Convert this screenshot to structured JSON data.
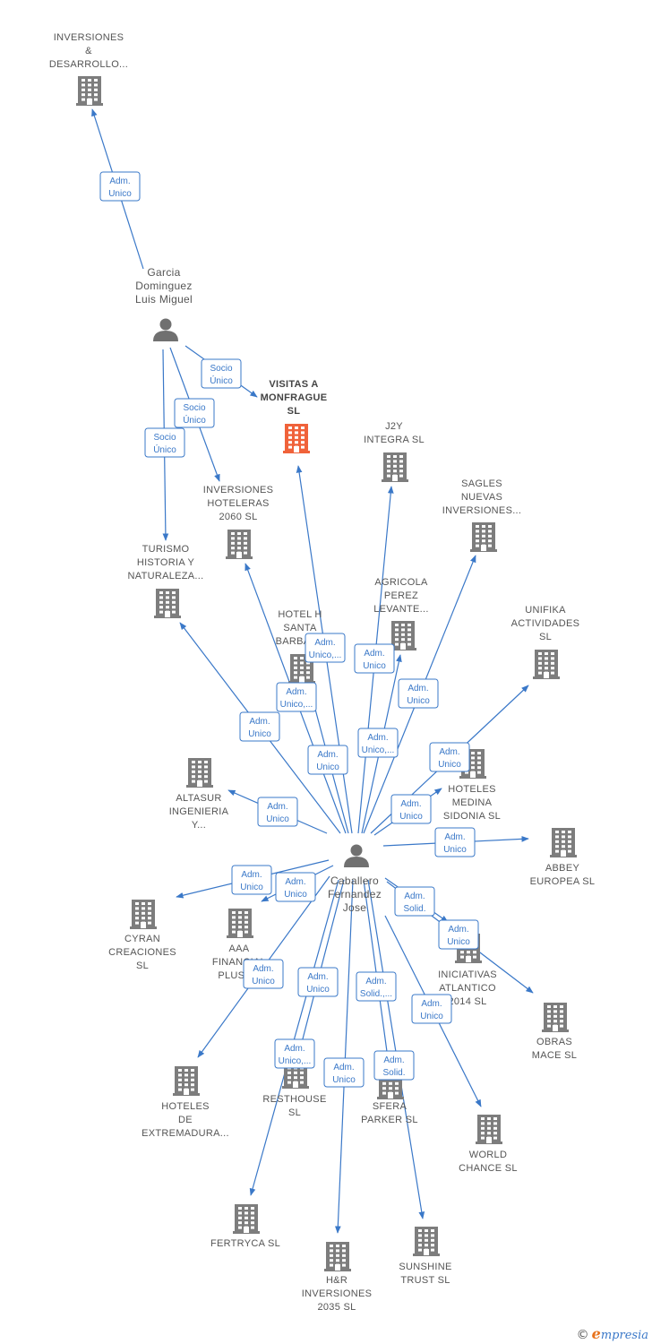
{
  "colors": {
    "edge": "#3a78c8",
    "building": "#7d7d7d",
    "focus_building": "#f0623a",
    "person": "#707070",
    "label": "#555555"
  },
  "brand": {
    "copyright": "©",
    "first": "e",
    "rest": "mpresia"
  },
  "nodes": [
    {
      "id": "inversiones_desarrollo",
      "kind": "company",
      "lines": [
        "INVERSIONES",
        "&",
        "DESARROLLO..."
      ]
    },
    {
      "id": "garcia",
      "kind": "person",
      "lines": [
        "Garcia",
        "Dominguez",
        "Luis Miguel"
      ]
    },
    {
      "id": "visitas",
      "kind": "focus",
      "lines": [
        "VISITAS A",
        "MONFRAGUE",
        "SL"
      ]
    },
    {
      "id": "j2y",
      "kind": "company",
      "lines": [
        "J2Y",
        "INTEGRA SL"
      ]
    },
    {
      "id": "sagles",
      "kind": "company",
      "lines": [
        "SAGLES",
        "NUEVAS",
        "INVERSIONES..."
      ]
    },
    {
      "id": "inv_hoteleras",
      "kind": "company",
      "lines": [
        "INVERSIONES",
        "HOTELERAS",
        "2060  SL"
      ]
    },
    {
      "id": "turismo",
      "kind": "company",
      "lines": [
        "TURISMO",
        "HISTORIA Y",
        "NATURALEZA..."
      ]
    },
    {
      "id": "agricola",
      "kind": "company",
      "lines": [
        "AGRICOLA",
        "PEREZ",
        "LEVANTE..."
      ]
    },
    {
      "id": "hotel_santa",
      "kind": "company",
      "lines": [
        "HOTEL H",
        "SANTA",
        "BARBARA"
      ]
    },
    {
      "id": "unifika",
      "kind": "company",
      "lines": [
        "UNIFIKA",
        "ACTIVIDADES",
        "SL"
      ]
    },
    {
      "id": "altasur",
      "kind": "company",
      "lines": [
        "ALTASUR",
        "INGENIERIA",
        "Y..."
      ]
    },
    {
      "id": "hoteles_medina",
      "kind": "company",
      "lines": [
        "HOTELES",
        "MEDINA",
        "SIDONIA  SL"
      ]
    },
    {
      "id": "abbey",
      "kind": "company",
      "lines": [
        "ABBEY",
        "EUROPEA  SL"
      ]
    },
    {
      "id": "caballero",
      "kind": "person",
      "lines": [
        "Caballero",
        "Fernandez",
        "Jose"
      ]
    },
    {
      "id": "cyran",
      "kind": "company",
      "lines": [
        "CYRAN",
        "CREACIONES",
        "SL"
      ]
    },
    {
      "id": "aaa",
      "kind": "company",
      "lines": [
        "AAA",
        "FINANCIAL",
        "PLUS SL"
      ]
    },
    {
      "id": "iniciativas",
      "kind": "company",
      "lines": [
        "INICIATIVAS",
        "ATLANTICO",
        "2014  SL"
      ]
    },
    {
      "id": "obras",
      "kind": "company",
      "lines": [
        "OBRAS",
        "MACE SL"
      ]
    },
    {
      "id": "hoteles_extremadura",
      "kind": "company",
      "lines": [
        "HOTELES",
        "DE",
        "EXTREMADURA..."
      ]
    },
    {
      "id": "resthouse",
      "kind": "company",
      "lines": [
        "RESTHOUSE",
        "SL"
      ]
    },
    {
      "id": "sfera",
      "kind": "company",
      "lines": [
        "SFERA",
        "PARKER  SL"
      ]
    },
    {
      "id": "world",
      "kind": "company",
      "lines": [
        "WORLD",
        "CHANCE  SL"
      ]
    },
    {
      "id": "fertryca",
      "kind": "company",
      "lines": [
        "FERTRYCA  SL"
      ]
    },
    {
      "id": "hr",
      "kind": "company",
      "lines": [
        "H&R",
        "INVERSIONES",
        "2035  SL"
      ]
    },
    {
      "id": "sunshine",
      "kind": "company",
      "lines": [
        "SUNSHINE",
        "TRUST  SL"
      ]
    }
  ],
  "edges": [
    {
      "from": "garcia",
      "to": "inversiones_desarrollo",
      "lines": [
        "Adm.",
        "Unico"
      ]
    },
    {
      "from": "garcia",
      "to": "visitas",
      "lines": [
        "Socio",
        "Único"
      ]
    },
    {
      "from": "garcia",
      "to": "inv_hoteleras",
      "lines": [
        "Socio",
        "Único"
      ]
    },
    {
      "from": "garcia",
      "to": "turismo",
      "lines": [
        "Socio",
        "Único"
      ]
    },
    {
      "from": "caballero",
      "to": "visitas",
      "lines": [
        "Adm.",
        "Unico,..."
      ]
    },
    {
      "from": "caballero",
      "to": "j2y",
      "lines": [
        "Adm.",
        "Unico"
      ]
    },
    {
      "from": "caballero",
      "to": "sagles",
      "lines": [
        "Adm.",
        "Unico"
      ]
    },
    {
      "from": "caballero",
      "to": "inv_hoteleras",
      "lines": [
        "Adm.",
        "Unico,..."
      ]
    },
    {
      "from": "caballero",
      "to": "turismo",
      "lines": [
        "Adm.",
        "Unico"
      ]
    },
    {
      "from": "caballero",
      "to": "agricola",
      "lines": [
        "Adm.",
        "Unico,..."
      ]
    },
    {
      "from": "caballero",
      "to": "hotel_santa",
      "lines": [
        "Adm.",
        "Unico"
      ]
    },
    {
      "from": "caballero",
      "to": "unifika",
      "lines": [
        "Adm.",
        "Unico"
      ]
    },
    {
      "from": "caballero",
      "to": "altasur",
      "lines": [
        "Adm.",
        "Unico"
      ]
    },
    {
      "from": "caballero",
      "to": "hoteles_medina",
      "lines": [
        "Adm.",
        "Unico"
      ]
    },
    {
      "from": "caballero",
      "to": "abbey",
      "lines": [
        "Adm.",
        "Unico"
      ]
    },
    {
      "from": "caballero",
      "to": "cyran",
      "lines": [
        "Adm.",
        "Unico"
      ]
    },
    {
      "from": "caballero",
      "to": "aaa",
      "lines": [
        "Adm.",
        "Unico"
      ]
    },
    {
      "from": "caballero",
      "to": "iniciativas",
      "lines": [
        "Adm.",
        "Solid."
      ]
    },
    {
      "from": "caballero",
      "to": "obras",
      "lines": [
        "Adm.",
        "Unico"
      ]
    },
    {
      "from": "caballero",
      "to": "hoteles_extremadura",
      "lines": [
        "Adm.",
        "Unico"
      ]
    },
    {
      "from": "caballero",
      "to": "resthouse",
      "lines": [
        "Adm.",
        "Unico"
      ]
    },
    {
      "from": "caballero",
      "to": "sfera",
      "lines": [
        "Adm.",
        "Solid.,..."
      ]
    },
    {
      "from": "caballero",
      "to": "world",
      "lines": [
        "Adm.",
        "Unico"
      ]
    },
    {
      "from": "caballero",
      "to": "fertryca",
      "lines": [
        "Adm.",
        "Unico,..."
      ]
    },
    {
      "from": "caballero",
      "to": "hr",
      "lines": [
        "Adm.",
        "Unico"
      ]
    },
    {
      "from": "caballero",
      "to": "sunshine",
      "lines": [
        "Adm.",
        "Solid."
      ]
    }
  ]
}
